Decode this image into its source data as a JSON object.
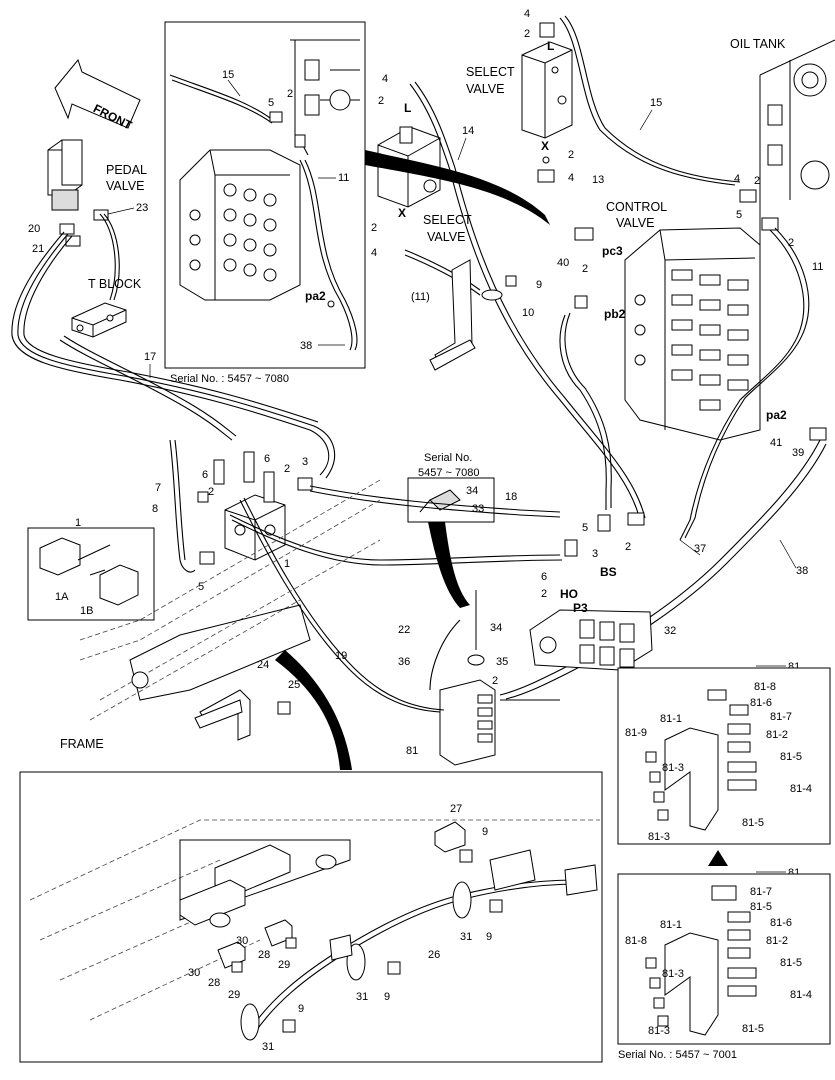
{
  "titles": {
    "front": "FRONT",
    "pedal_valve": [
      "PEDAL",
      "VALVE"
    ],
    "t_block": "T BLOCK",
    "select_valve_top": [
      "SELECT",
      "VALVE"
    ],
    "select_valve_mid": [
      "SELECT",
      "VALVE"
    ],
    "control_valve": [
      "CONTROL",
      "VALVE"
    ],
    "oil_tank": "OIL TANK",
    "frame": "FRAME"
  },
  "serials": {
    "inset_top": "Serial No. : 5457 ~ 7080",
    "small_box": [
      "Serial No.",
      "5457 ~ 7080"
    ],
    "inset_bottom": "Serial No. : 5457 ~ 7001"
  },
  "port_labels": {
    "L_top": "L",
    "X_top": "X",
    "L_mid": "L",
    "X_mid": "X",
    "pa2_inset": "pa2",
    "pc3": "pc3",
    "pb2": "pb2",
    "pa2_main": "pa2",
    "BS": "BS",
    "HO": "HO",
    "P3": "P3"
  },
  "callouts": {
    "n15a": "15",
    "n5a": "5",
    "n2a": "2",
    "n11a": "11",
    "n38a": "38",
    "n4a": "4",
    "n2b": "2",
    "n14": "14",
    "n2c": "2",
    "n4b": "4",
    "n11b": "(11)",
    "n9a": "9",
    "n10": "10",
    "n4c": "4",
    "n2d": "2",
    "n2e": "2",
    "n4d": "4",
    "n13": "13",
    "n15b": "15",
    "n4e": "4",
    "n2f": "2",
    "n5b": "5",
    "n2g": "2",
    "n11c": "11",
    "n40": "40",
    "n2h": "2",
    "n41": "41",
    "n39": "39",
    "n20": "20",
    "n21": "21",
    "n23": "23",
    "n17": "17",
    "n7": "7",
    "n8": "8",
    "n6a": "6",
    "n2i": "2",
    "n6b": "6",
    "n2j": "2",
    "n3a": "3",
    "n5c": "5",
    "n1": "1",
    "inset1_1": "1",
    "inset1_1A": "1A",
    "inset1_1B": "1B",
    "n34a": "34",
    "n33": "33",
    "n18": "18",
    "n5d": "5",
    "n2k": "2",
    "n3b": "3",
    "n6c": "6",
    "n2l": "2",
    "n37": "37",
    "n38b": "38",
    "n32": "32",
    "n34b": "34",
    "n35": "35",
    "n2m": "2",
    "n22": "22",
    "n19": "19",
    "n36": "36",
    "n81": "81",
    "n24": "24",
    "n25": "25",
    "n27": "27",
    "n9b": "9",
    "n9c": "9",
    "n31a": "31",
    "n9d": "9",
    "n26": "26",
    "n30a": "30",
    "n28a": "28",
    "n29a": "29",
    "n30b": "30",
    "n28b": "28",
    "n29b": "29",
    "n31b": "31",
    "n9e": "9",
    "n31c": "31"
  },
  "inset_a": {
    "header": "81",
    "labels": [
      "81-8",
      "81-6",
      "81-7",
      "81-1",
      "81-2",
      "81-9",
      "81-3",
      "81-5",
      "81-4",
      "81-5",
      "81-3"
    ]
  },
  "inset_b": {
    "header": "81",
    "labels": [
      "81-7",
      "81-5",
      "81-6",
      "81-1",
      "81-2",
      "81-8",
      "81-3",
      "81-5",
      "81-4",
      "81-5",
      "81-3"
    ]
  },
  "colors": {
    "line": "#000000",
    "background": "#ffffff",
    "shade": "#dcdcdc"
  }
}
